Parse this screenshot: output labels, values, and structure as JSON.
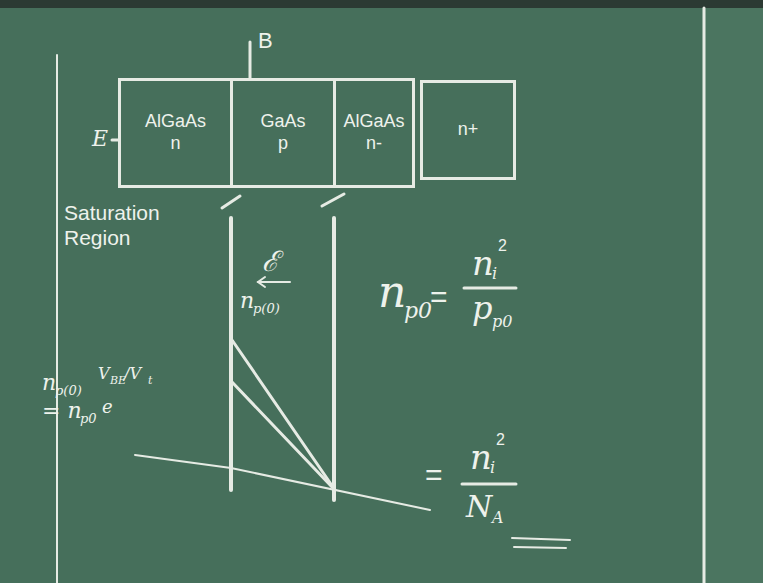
{
  "diagram": {
    "nodes": [
      {
        "text": [
          "AlGaAs",
          "n"
        ]
      },
      {
        "text": [
          "GaAs",
          "p"
        ]
      },
      {
        "text": [
          "AlGaAs",
          "n-"
        ]
      },
      {
        "text": [
          "n+"
        ]
      }
    ],
    "labels": [
      "B",
      "E",
      "Saturation Region",
      "ℰ",
      "n",
      "p(0)",
      "n",
      "p(0)",
      "V",
      "BE",
      "/V",
      "t",
      "= n",
      "p0",
      "e",
      "n",
      "p0",
      "=",
      "n",
      "i",
      "2",
      "p",
      "p0",
      "=",
      "n",
      "i",
      "2",
      "N",
      "A"
    ]
  }
}
